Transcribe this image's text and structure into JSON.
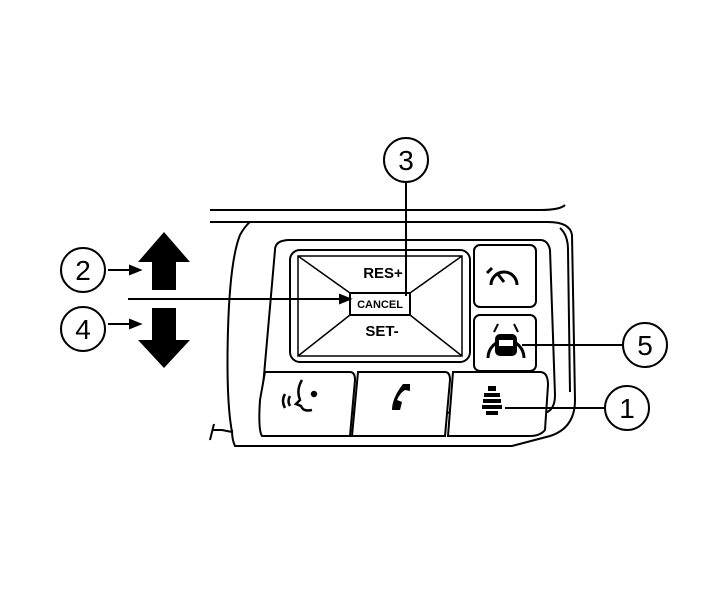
{
  "panel": {
    "res_label": "RES+",
    "cancel_label": "CANCEL",
    "set_label": "SET-"
  },
  "callouts": {
    "c1": "1",
    "c2": "2",
    "c3": "3",
    "c4": "4",
    "c5": "5"
  },
  "icons": {
    "top_right": "speedometer-icon",
    "right_middle": "distance-control-icon",
    "bottom_left": "voice-recognition-icon",
    "bottom_middle": "phone-icon",
    "bottom_right": "lane-assist-icon"
  }
}
